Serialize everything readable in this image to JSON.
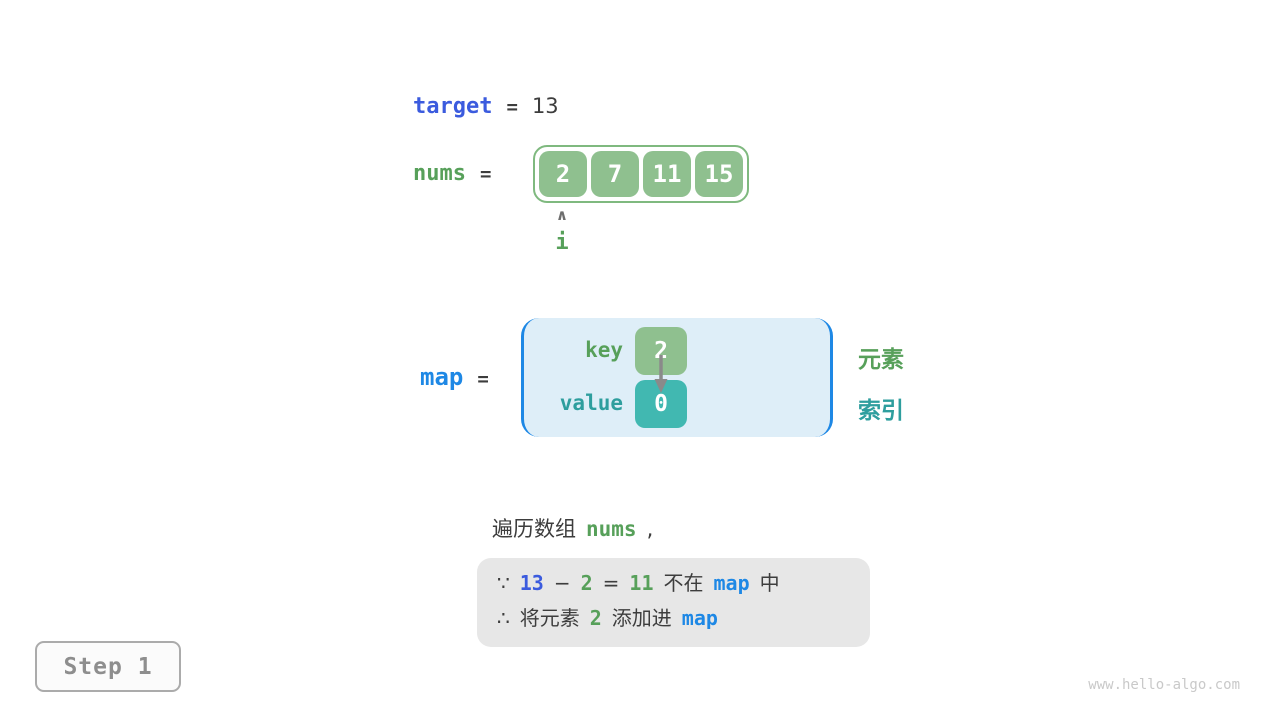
{
  "colors": {
    "indigo": "#3B5BDE",
    "cyan": "#1E88E5",
    "green-text": "#57A05A",
    "teal-text": "#2E9E9E",
    "cell-green": "#8FC08F",
    "cell-green-border": "#7FB97F",
    "cell-teal": "#41B8B1",
    "map-bg": "#DEEEF8",
    "note-bg": "#E7E7E7",
    "dark-text": "#3D3D3D",
    "gray": "#8A8A8A"
  },
  "target_row": {
    "label": "target",
    "equals": "=",
    "value": "13"
  },
  "nums_row": {
    "label": "nums",
    "equals": "=",
    "cells": [
      "2",
      "7",
      "11",
      "15"
    ],
    "pointer_glyph": "∧",
    "pointer_label": "i"
  },
  "map_row": {
    "label": "map",
    "equals": "=",
    "key_label": "key",
    "key_value": "2",
    "value_label": "value",
    "value_value": "0",
    "right_top_label": "元素",
    "right_bottom_label": "索引"
  },
  "sentence": [
    {
      "text": "遍历数组",
      "style": "dark"
    },
    {
      "text": "nums",
      "style": "green-code"
    },
    {
      "text": ",",
      "style": "dark"
    }
  ],
  "note_box": {
    "line1": [
      {
        "text": "∵",
        "style": "dark"
      },
      {
        "text": "13",
        "style": "indigo-code"
      },
      {
        "text": "−",
        "style": "dark"
      },
      {
        "text": "2",
        "style": "green-code"
      },
      {
        "text": "=",
        "style": "dark"
      },
      {
        "text": "11",
        "style": "green-code"
      },
      {
        "text": "不在",
        "style": "dark"
      },
      {
        "text": "map",
        "style": "cyan-code"
      },
      {
        "text": "中",
        "style": "dark"
      }
    ],
    "line2": [
      {
        "text": "∴",
        "style": "dark"
      },
      {
        "text": "将元素",
        "style": "dark"
      },
      {
        "text": "2",
        "style": "green-code"
      },
      {
        "text": "添加进",
        "style": "dark"
      },
      {
        "text": "map",
        "style": "cyan-code"
      }
    ]
  },
  "step_badge": "Step 1",
  "watermark": "www.hello-algo.com"
}
